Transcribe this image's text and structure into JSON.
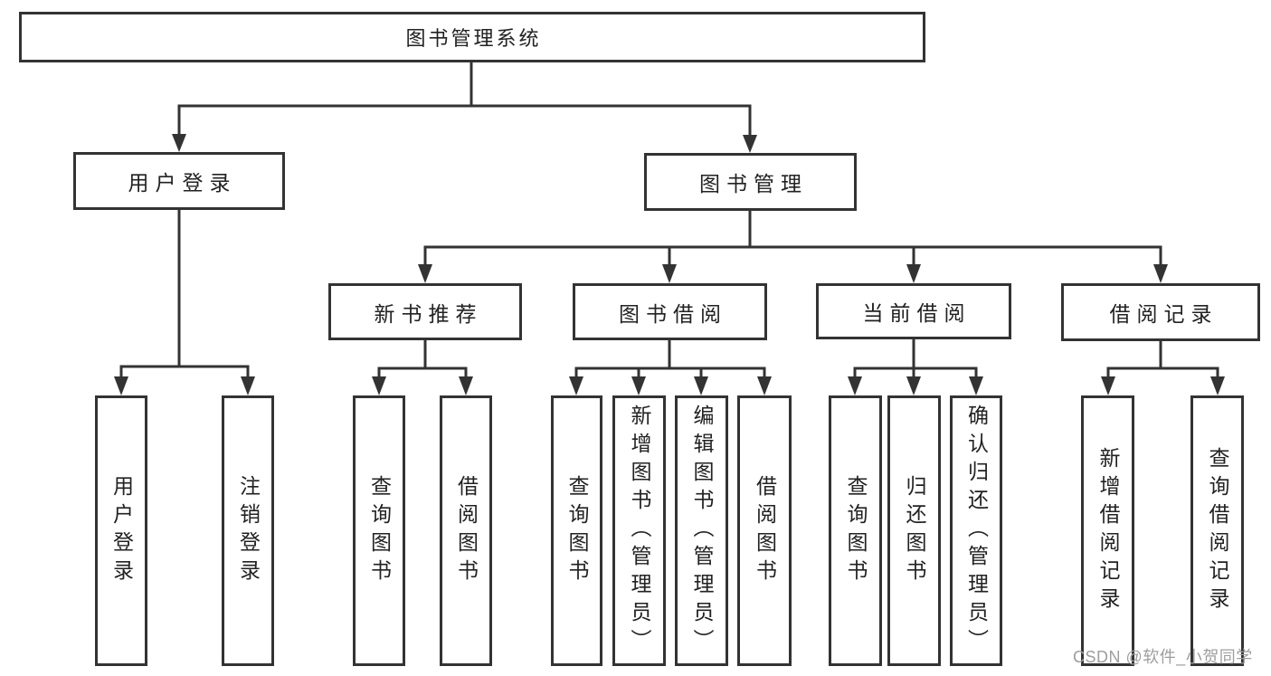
{
  "tree": {
    "label": "图书管理系统",
    "children": [
      {
        "label": "用户登录",
        "children": [
          {
            "label": "用户登录"
          },
          {
            "label": "注销登录"
          }
        ]
      },
      {
        "label": "图书管理",
        "children": [
          {
            "label": "新书推荐",
            "children": [
              {
                "label": "查询图书"
              },
              {
                "label": "借阅图书"
              }
            ]
          },
          {
            "label": "图书借阅",
            "children": [
              {
                "label": "查询图书"
              },
              {
                "label": "新增图书（管理员）"
              },
              {
                "label": "编辑图书（管理员）"
              },
              {
                "label": "借阅图书"
              }
            ]
          },
          {
            "label": "当前借阅",
            "children": [
              {
                "label": "查询图书"
              },
              {
                "label": "归还图书"
              },
              {
                "label": "确认归还（管理员）"
              }
            ]
          },
          {
            "label": "借阅记录",
            "children": [
              {
                "label": "新增借阅记录"
              },
              {
                "label": "查询借阅记录"
              }
            ]
          }
        ]
      }
    ]
  },
  "watermark": "CSDN @软件_小贺同学",
  "colors": {
    "line": "#333333",
    "box_border": "#333333",
    "text": "#222222",
    "watermark_text": "#9e9e9e",
    "background": "#ffffff"
  }
}
